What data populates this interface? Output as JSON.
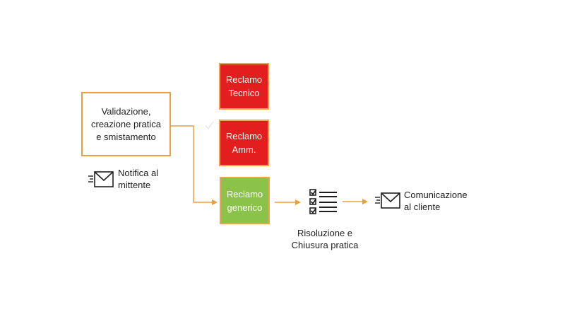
{
  "colors": {
    "connector": "#e8a03e",
    "red_box": "#e31e1e",
    "green_box": "#8bc34a",
    "box_border": "#f0a34a"
  },
  "nodes": {
    "validation": "Validazione,\ncreazione pratica\ne smistamento",
    "reclamo_tecnico": "Reclamo\nTecnico",
    "reclamo_amm": "Reclamo\nAmm.",
    "reclamo_generico": "Reclamo\ngenerico"
  },
  "labels": {
    "notifica": "Notifica al\nmittente",
    "risoluzione": "Risoluzione e\nChiusura pratica",
    "comunicazione": "Comunicazione\nal cliente"
  },
  "icons": {
    "notifica": "envelope-icon",
    "risoluzione": "checklist-icon",
    "comunicazione": "envelope-icon"
  }
}
